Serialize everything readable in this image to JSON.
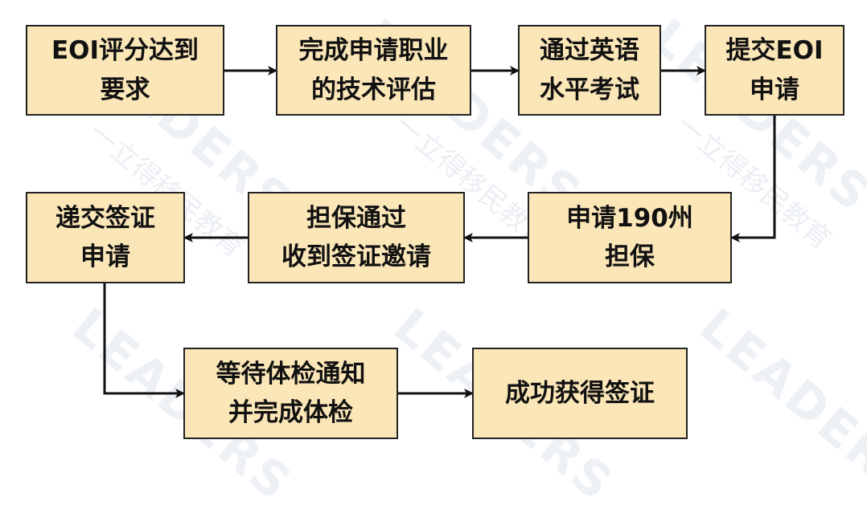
{
  "colors": {
    "box_fill": "#fbe6b8",
    "box_border": "#222222",
    "arrow": "#111111"
  },
  "steps": [
    {
      "id": "eoi-score",
      "label": "EOI评分达到\n要求"
    },
    {
      "id": "skills-assessment",
      "label": "完成申请职业\n的技术评估"
    },
    {
      "id": "english-test",
      "label": "通过英语\n水平考试"
    },
    {
      "id": "submit-eoi",
      "label": "提交EOI\n申请"
    },
    {
      "id": "apply-190",
      "label": "申请190州\n担保"
    },
    {
      "id": "receive-invitation",
      "label": "担保通过\n收到签证邀请"
    },
    {
      "id": "lodge-visa",
      "label": "递交签证\n申请"
    },
    {
      "id": "medical",
      "label": "等待体检通知\n并完成体检"
    },
    {
      "id": "visa-granted",
      "label": "成功获得签证"
    }
  ],
  "watermark": {
    "text": "LEADERS",
    "subtext": "一立得移民教育"
  }
}
